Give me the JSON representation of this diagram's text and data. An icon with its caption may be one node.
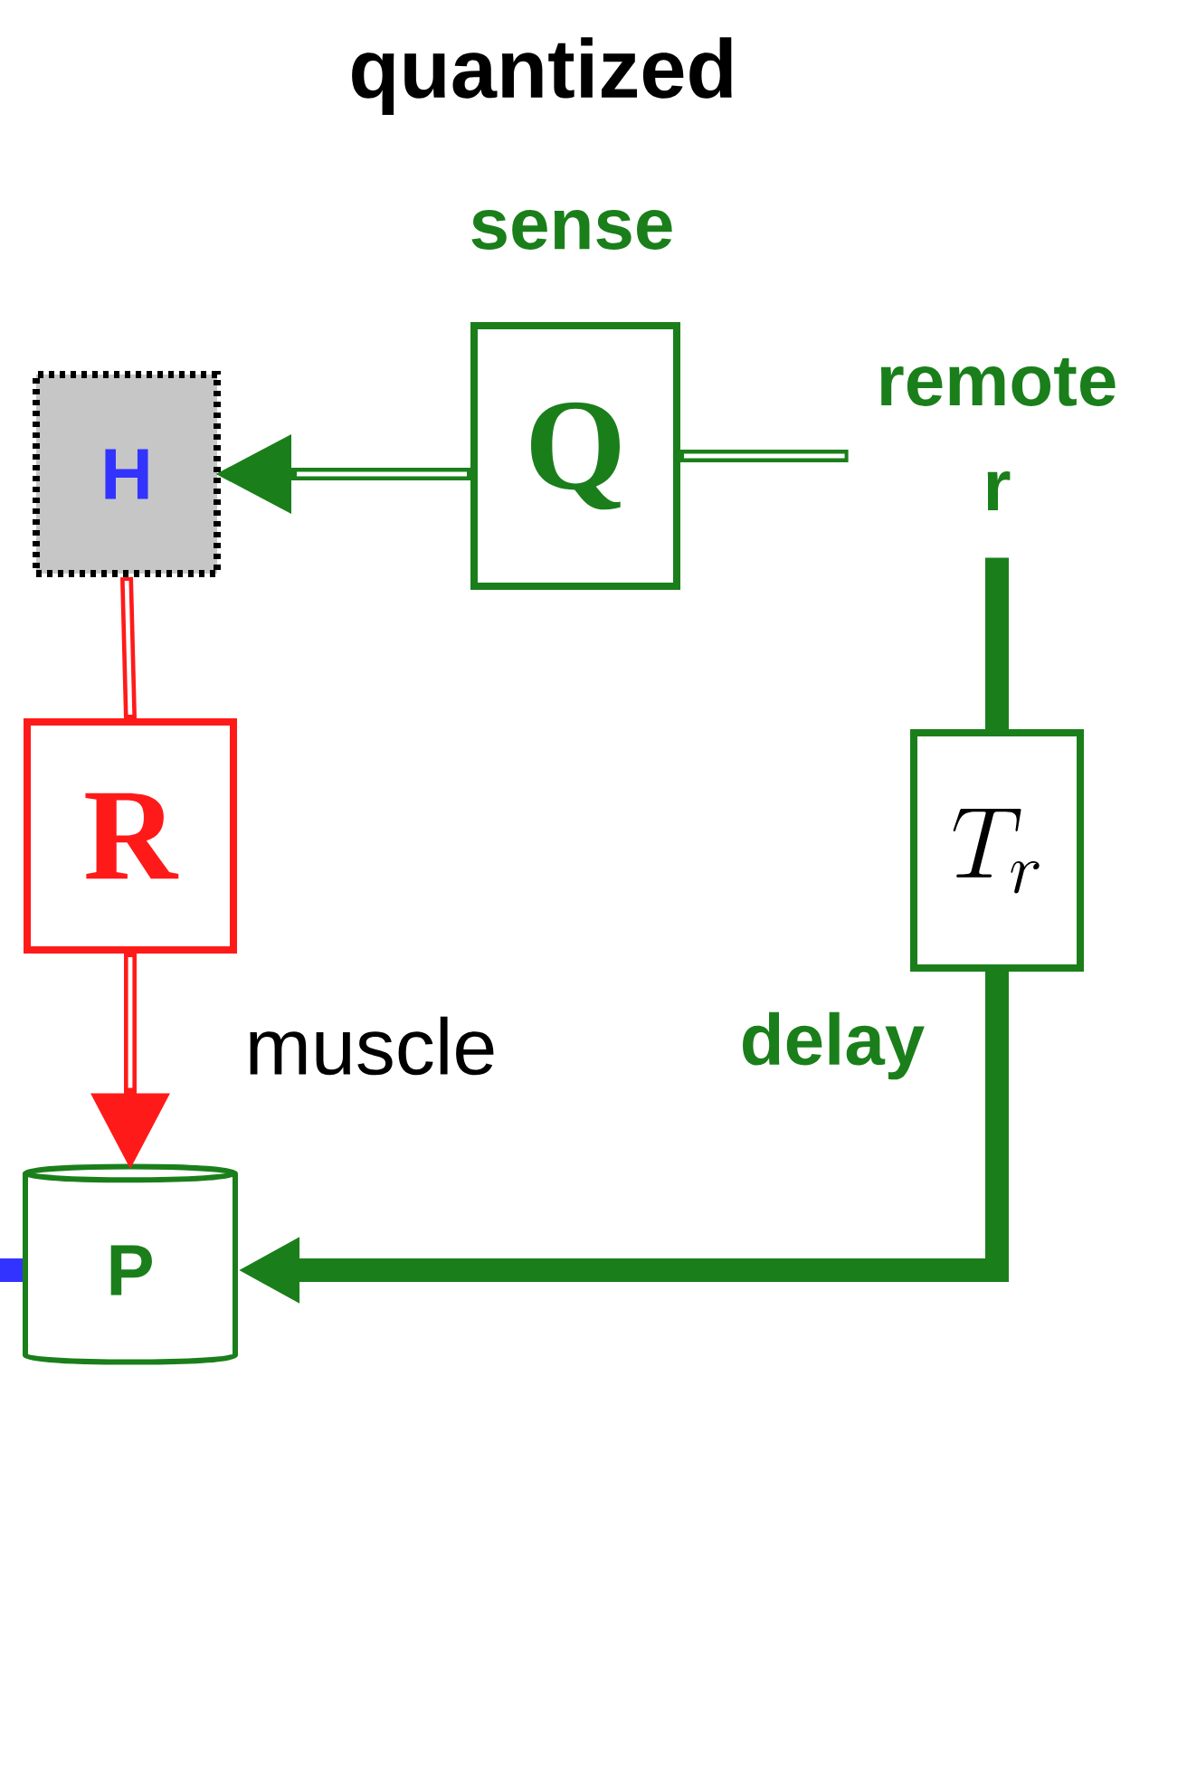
{
  "diagram": {
    "title": "quantized",
    "nodes": [
      {
        "text": [
          "H"
        ]
      },
      {
        "text": [
          "Q"
        ],
        "beside": [
          "sense"
        ]
      },
      {
        "text": [
          "remote r"
        ]
      },
      {
        "text": [
          "T_r"
        ],
        "beside": [
          "delay"
        ]
      },
      {
        "text": [
          "R"
        ]
      },
      {
        "text": [
          "P"
        ]
      }
    ],
    "edges": [
      {
        "from": 1,
        "to": 0,
        "arrow": "to",
        "color": "#1a7f1a"
      },
      {
        "from": 2,
        "to": 1,
        "arrow": "none",
        "color": "#1a7f1a"
      },
      {
        "from": 2,
        "to": 3,
        "arrow": "none",
        "style": "thick",
        "color": "#1a7f1a"
      },
      {
        "from": 3,
        "to": 5,
        "arrow": "to",
        "style": "thick",
        "color": "#1a7f1a"
      },
      {
        "from": 0,
        "to": 4,
        "arrow": "none",
        "color": "#ff1a1a"
      },
      {
        "from": 4,
        "to": 5,
        "arrow": "to",
        "label": "muscle",
        "color": "#ff1a1a"
      },
      {
        "from": null,
        "to": 5,
        "arrow": "none",
        "style": "thick",
        "color": "#3333ff"
      }
    ]
  }
}
